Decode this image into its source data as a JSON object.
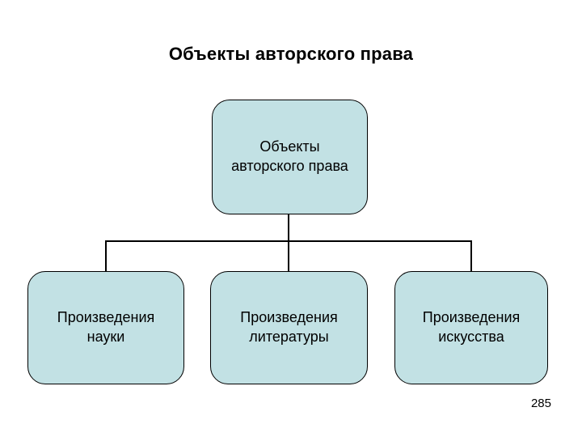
{
  "slide": {
    "title": "Объекты авторского права",
    "page_number": "285"
  },
  "diagram": {
    "type": "hierarchy",
    "root": {
      "label": "Объекты\nавторского права"
    },
    "children": [
      {
        "label": "Произведения\nнауки"
      },
      {
        "label": "Произведения\nлитературы"
      },
      {
        "label": "Произведения\nискусства"
      }
    ]
  },
  "colors": {
    "node_fill": "#c2e1e4",
    "node_border": "#000000",
    "connector": "#000000",
    "title_text": "#000000",
    "background": "#ffffff"
  }
}
